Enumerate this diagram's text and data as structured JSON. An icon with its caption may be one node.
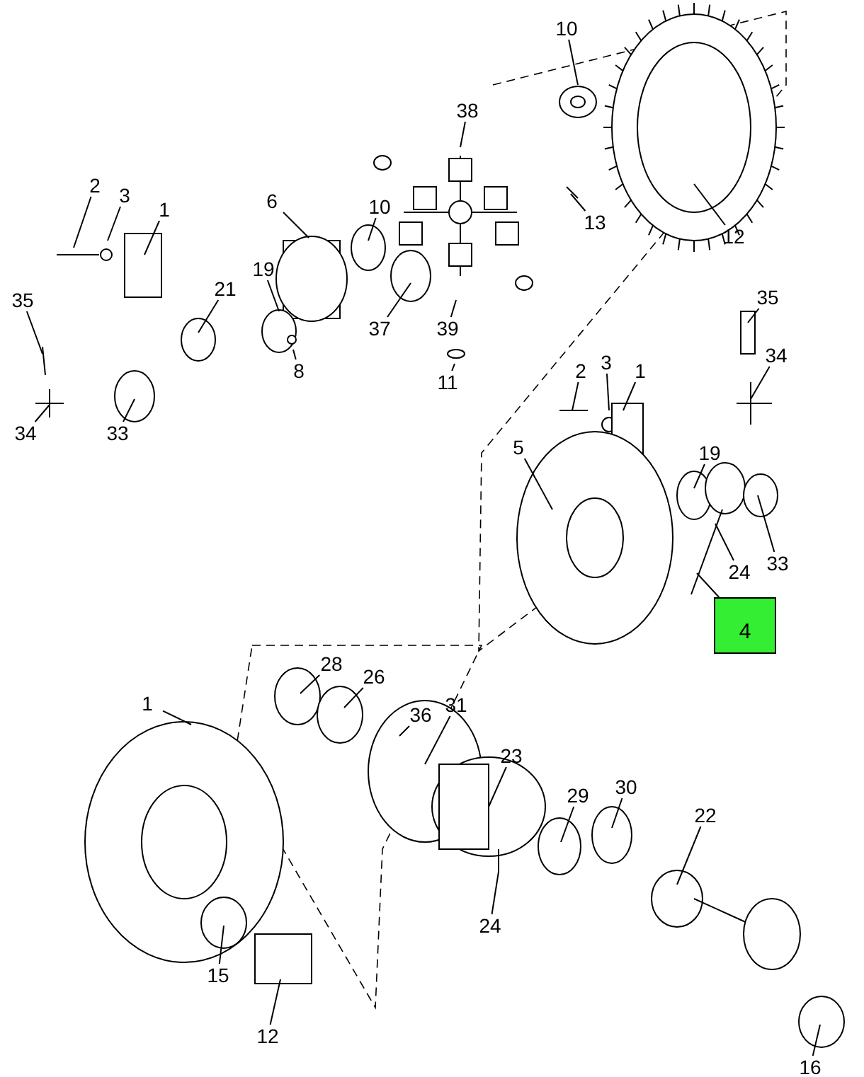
{
  "diagram": {
    "nodes": [
      {
        "text": [
          "10"
        ]
      },
      {
        "text": [
          "38"
        ]
      },
      {
        "text": [
          "6"
        ]
      },
      {
        "text": [
          "2"
        ]
      },
      {
        "text": [
          "3"
        ]
      },
      {
        "text": [
          "1"
        ]
      },
      {
        "text": [
          "10"
        ]
      },
      {
        "text": [
          "13"
        ]
      },
      {
        "text": [
          "12"
        ]
      },
      {
        "text": [
          "21"
        ]
      },
      {
        "text": [
          "19"
        ]
      },
      {
        "text": [
          "37"
        ]
      },
      {
        "text": [
          "39"
        ]
      },
      {
        "text": [
          "35"
        ]
      },
      {
        "text": [
          "35"
        ]
      },
      {
        "text": [
          "34"
        ]
      },
      {
        "text": [
          "11"
        ]
      },
      {
        "text": [
          "8"
        ]
      },
      {
        "text": [
          "2"
        ]
      },
      {
        "text": [
          "3"
        ]
      },
      {
        "text": [
          "1"
        ]
      },
      {
        "text": [
          "34"
        ]
      },
      {
        "text": [
          "33"
        ]
      },
      {
        "text": [
          "5"
        ]
      },
      {
        "text": [
          "19"
        ]
      },
      {
        "text": [
          "24"
        ]
      },
      {
        "text": [
          "33"
        ]
      },
      {
        "text": [
          "4"
        ]
      },
      {
        "text": [
          "28"
        ]
      },
      {
        "text": [
          "26"
        ]
      },
      {
        "text": [
          "36"
        ]
      },
      {
        "text": [
          "31"
        ]
      },
      {
        "text": [
          "1"
        ]
      },
      {
        "text": [
          "23"
        ]
      },
      {
        "text": [
          "29"
        ]
      },
      {
        "text": [
          "30"
        ]
      },
      {
        "text": [
          "22"
        ]
      },
      {
        "text": [
          "24"
        ]
      },
      {
        "text": [
          "15"
        ]
      },
      {
        "text": [
          "12"
        ]
      },
      {
        "text": [
          "16"
        ]
      }
    ],
    "edges": [
      {
        "from": 0,
        "to": null,
        "arrow": "none"
      },
      {
        "from": 1,
        "to": null,
        "arrow": "none"
      },
      {
        "from": 2,
        "to": null,
        "arrow": "none"
      },
      {
        "from": 3,
        "to": null,
        "arrow": "none"
      },
      {
        "from": 4,
        "to": null,
        "arrow": "none"
      },
      {
        "from": 5,
        "to": null,
        "arrow": "none"
      },
      {
        "from": 6,
        "to": null,
        "arrow": "none"
      },
      {
        "from": 7,
        "to": null,
        "arrow": "none"
      },
      {
        "from": 8,
        "to": null,
        "arrow": "none"
      },
      {
        "from": 9,
        "to": null,
        "arrow": "none"
      },
      {
        "from": 10,
        "to": null,
        "arrow": "none"
      },
      {
        "from": 11,
        "to": null,
        "arrow": "none"
      },
      {
        "from": 12,
        "to": null,
        "arrow": "none"
      },
      {
        "from": 13,
        "to": null,
        "arrow": "none"
      },
      {
        "from": 14,
        "to": null,
        "arrow": "none"
      },
      {
        "from": 15,
        "to": null,
        "arrow": "none"
      },
      {
        "from": 16,
        "to": null,
        "arrow": "none"
      },
      {
        "from": 17,
        "to": null,
        "arrow": "none"
      },
      {
        "from": 18,
        "to": null,
        "arrow": "none"
      },
      {
        "from": 19,
        "to": null,
        "arrow": "none"
      },
      {
        "from": 20,
        "to": null,
        "arrow": "none"
      },
      {
        "from": 21,
        "to": null,
        "arrow": "none"
      },
      {
        "from": 22,
        "to": null,
        "arrow": "none"
      },
      {
        "from": 23,
        "to": null,
        "arrow": "none"
      },
      {
        "from": 24,
        "to": null,
        "arrow": "none"
      },
      {
        "from": 25,
        "to": null,
        "arrow": "none"
      },
      {
        "from": 26,
        "to": null,
        "arrow": "none"
      },
      {
        "from": 27,
        "to": null,
        "arrow": "none"
      },
      {
        "from": 28,
        "to": null,
        "arrow": "none"
      },
      {
        "from": 29,
        "to": null,
        "arrow": "none"
      },
      {
        "from": 30,
        "to": null,
        "arrow": "none"
      },
      {
        "from": 31,
        "to": null,
        "arrow": "none"
      },
      {
        "from": 32,
        "to": null,
        "arrow": "none"
      },
      {
        "from": 33,
        "to": null,
        "arrow": "none"
      },
      {
        "from": 34,
        "to": null,
        "arrow": "none"
      },
      {
        "from": 35,
        "to": null,
        "arrow": "none"
      },
      {
        "from": 36,
        "to": null,
        "arrow": "none"
      },
      {
        "from": 37,
        "to": null,
        "arrow": "none"
      },
      {
        "from": 38,
        "to": null,
        "arrow": "none"
      },
      {
        "from": 39,
        "to": null,
        "arrow": "none"
      },
      {
        "from": 40,
        "to": null,
        "arrow": "none"
      }
    ]
  }
}
